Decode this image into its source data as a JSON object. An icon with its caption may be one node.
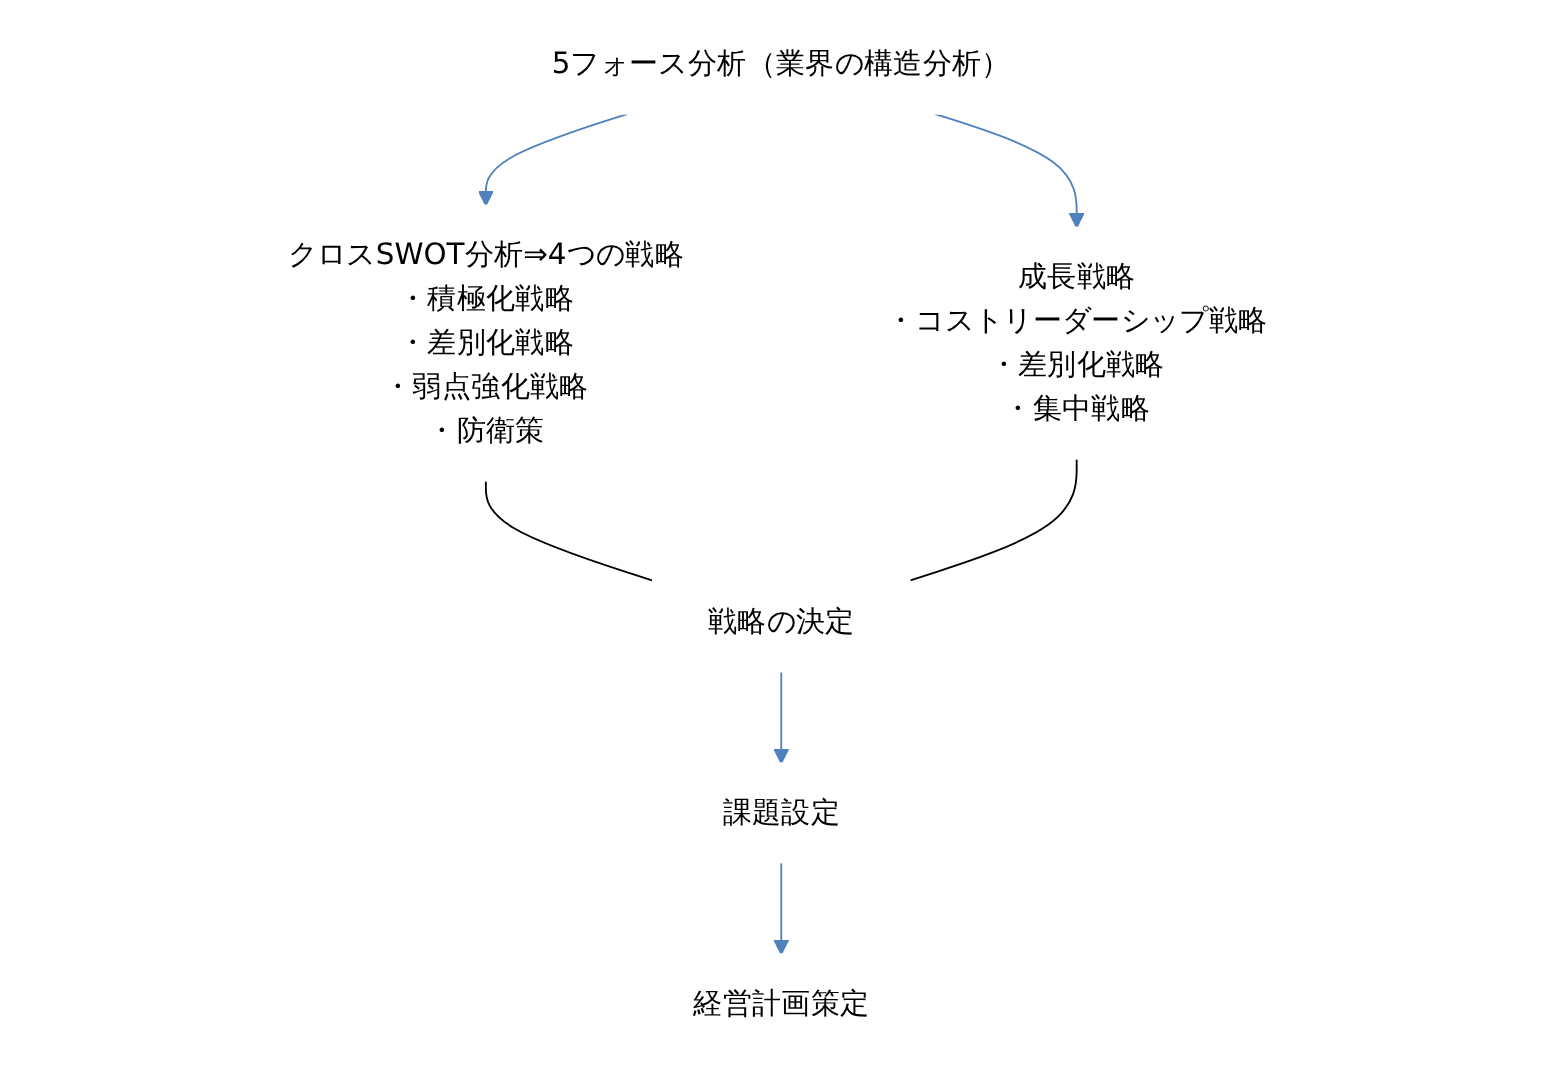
{
  "diagram": {
    "nodes": [
      {
        "text": [
          "5フォース分析（業界の構造分析）"
        ]
      },
      {
        "text": [
          "クロスSWOT分析⇒4つの戦略",
          "・積極化戦略",
          "・差別化戦略",
          "・弱点強化戦略",
          "・防衛策"
        ]
      },
      {
        "text": [
          "成長戦略",
          "・コストリーダーシップ戦略",
          "・差別化戦略",
          "・集中戦略"
        ]
      },
      {
        "text": [
          "戦略の決定"
        ]
      },
      {
        "text": [
          "課題設定"
        ]
      },
      {
        "text": [
          "経営計画策定"
        ]
      }
    ],
    "edges": [
      {
        "from": 0,
        "to": 1,
        "arrow": "to"
      },
      {
        "from": 0,
        "to": 2,
        "arrow": "to"
      },
      {
        "from": 1,
        "to": 3,
        "arrow": "none",
        "color": "#000000"
      },
      {
        "from": 2,
        "to": 3,
        "arrow": "none",
        "color": "#000000"
      },
      {
        "from": 3,
        "to": 4,
        "arrow": "to"
      },
      {
        "from": 4,
        "to": 5,
        "arrow": "to"
      }
    ]
  }
}
